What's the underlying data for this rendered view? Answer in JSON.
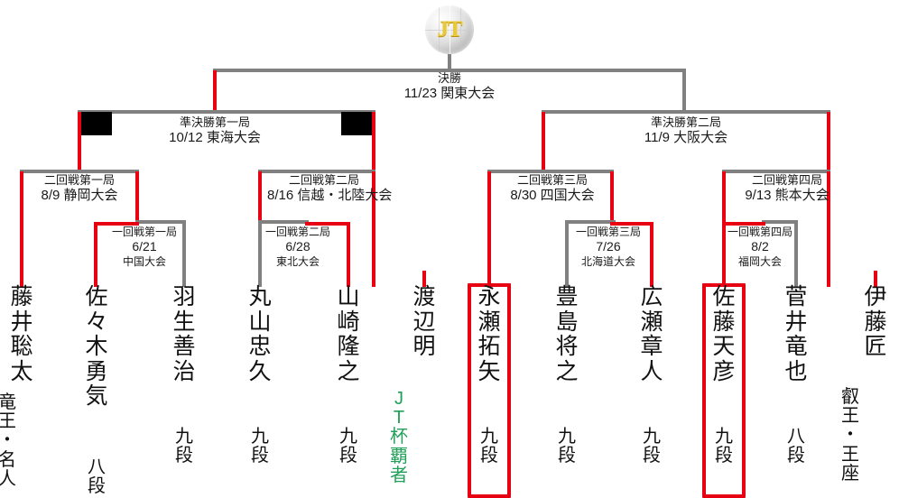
{
  "tournament": {
    "logo_text": "JT",
    "logo_name": "jt-sphere-logo"
  },
  "matches": {
    "final": {
      "round": "決勝",
      "date_venue": "11/23 関東大会"
    },
    "semi1": {
      "round": "準決勝第一局",
      "date_venue": "10/12 東海大会"
    },
    "semi2": {
      "round": "準決勝第二局",
      "date_venue": "11/9 大阪大会"
    },
    "quarter1": {
      "round": "二回戦第一局",
      "date_venue": "8/9 静岡大会"
    },
    "quarter2": {
      "round": "二回戦第二局",
      "date_venue": "8/16 信越・北陸大会"
    },
    "quarter3": {
      "round": "二回戦第三局",
      "date_venue": "8/30 四国大会"
    },
    "quarter4": {
      "round": "二回戦第四局",
      "date_venue": "9/13 熊本大会"
    },
    "first1": {
      "round": "一回戦第一局",
      "date": "6/21",
      "venue": "中国大会"
    },
    "first2": {
      "round": "一回戦第二局",
      "date": "6/28",
      "venue": "東北大会"
    },
    "first3": {
      "round": "一回戦第三局",
      "date": "7/26",
      "venue": "北海道大会"
    },
    "first4": {
      "round": "一回戦第四局",
      "date": "8/2",
      "venue": "福岡大会"
    }
  },
  "players": [
    {
      "name": "藤井聡太",
      "title": "竜王・名人",
      "title_is_champion": false,
      "highlighted": false
    },
    {
      "name": "佐々木勇気",
      "title": "八段",
      "title_is_champion": false,
      "highlighted": false
    },
    {
      "name": "羽生善治",
      "title": "九段",
      "title_is_champion": false,
      "highlighted": false
    },
    {
      "name": "丸山忠久",
      "title": "九段",
      "title_is_champion": false,
      "highlighted": false
    },
    {
      "name": "山崎隆之",
      "title": "九段",
      "title_is_champion": false,
      "highlighted": false
    },
    {
      "name": "渡辺明",
      "title": "JT杯覇者",
      "title_is_champion": true,
      "highlighted": false
    },
    {
      "name": "永瀬拓矢",
      "title": "九段",
      "title_is_champion": false,
      "highlighted": true
    },
    {
      "name": "豊島将之",
      "title": "九段",
      "title_is_champion": false,
      "highlighted": false
    },
    {
      "name": "広瀬章人",
      "title": "九段",
      "title_is_champion": false,
      "highlighted": false
    },
    {
      "name": "佐藤天彦",
      "title": "九段",
      "title_is_champion": false,
      "highlighted": true
    },
    {
      "name": "菅井竜也",
      "title": "八段",
      "title_is_champion": false,
      "highlighted": false
    },
    {
      "name": "伊藤匠",
      "title": "叡王・王座",
      "title_is_champion": false,
      "highlighted": false
    }
  ],
  "colors": {
    "winner_path": "#e60012",
    "bracket_line": "#808080",
    "champion_text": "#22a05a",
    "redacted": "#000000"
  }
}
